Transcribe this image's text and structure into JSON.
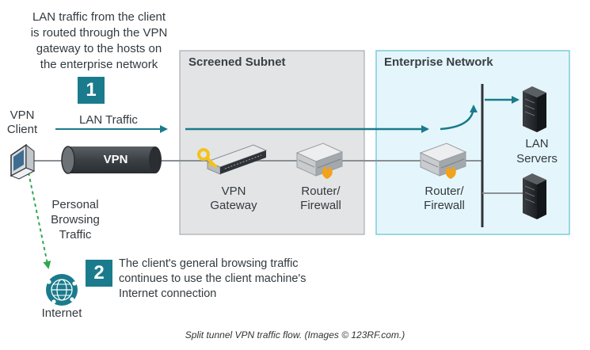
{
  "header_note": [
    "LAN traffic from the client",
    "is routed through the VPN",
    "gateway to the hosts on",
    "the enterprise network"
  ],
  "steps": [
    {
      "number": "1"
    },
    {
      "number": "2",
      "text": [
        "The client's general browsing traffic",
        "continues to use the client machine's",
        "Internet connection"
      ]
    }
  ],
  "zones": {
    "screened_subnet": "Screened Subnet",
    "enterprise_network": "Enterprise Network"
  },
  "client": {
    "label": [
      "VPN",
      "Client"
    ]
  },
  "flows": {
    "lan_traffic": "LAN Traffic",
    "vpn_tunnel": "VPN",
    "personal_browsing": [
      "Personal",
      "Browsing",
      "Traffic"
    ]
  },
  "nodes": {
    "vpn_gateway": [
      "VPN",
      "Gateway"
    ],
    "router_firewall_1": [
      "Router/",
      "Firewall"
    ],
    "router_firewall_2": [
      "Router/",
      "Firewall"
    ],
    "lan_servers": [
      "LAN",
      "Servers"
    ],
    "internet": "Internet"
  },
  "caption": "Split tunnel VPN traffic flow. (Images © 123RF.com.)",
  "colors": {
    "accent": "#1a7b8c",
    "screened_fill": "#e3e4e6",
    "enterprise_fill": "#e4f6fb",
    "enterprise_border": "#7ecbd9",
    "green_dashed": "#2fa84f",
    "firewall_orange": "#f2a21b",
    "key_yellow": "#f4c21b"
  }
}
